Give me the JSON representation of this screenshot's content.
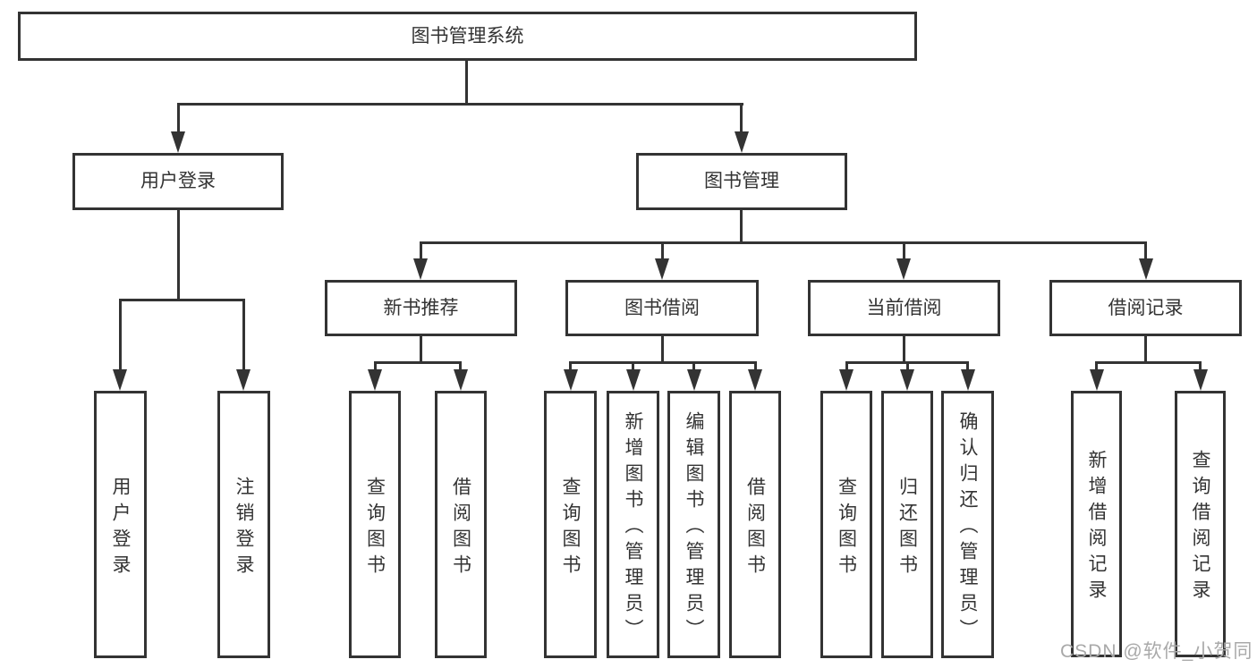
{
  "diagram": {
    "root": {
      "label": "图书管理系统"
    },
    "level2": [
      {
        "label": "用户登录"
      },
      {
        "label": "图书管理"
      }
    ],
    "level3": [
      {
        "label": "新书推荐"
      },
      {
        "label": "图书借阅"
      },
      {
        "label": "当前借阅"
      },
      {
        "label": "借阅记录"
      }
    ],
    "leaves": {
      "user_login": [
        "用户登录",
        "注销登录"
      ],
      "new_book_recommend": [
        "查询图书",
        "借阅图书"
      ],
      "book_borrow": [
        "查询图书",
        "新增图书（管理员）",
        "编辑图书（管理员）",
        "借阅图书"
      ],
      "current_borrow": [
        "查询图书",
        "归还图书",
        "确认归还（管理员）"
      ],
      "borrow_records": [
        "新增借阅记录",
        "查询借阅记录"
      ]
    }
  },
  "watermark": "CSDN @软件_小贺同学",
  "colors": {
    "line": "#333333",
    "text": "#333333",
    "watermark": "#a9a9a9",
    "background": "#ffffff"
  }
}
